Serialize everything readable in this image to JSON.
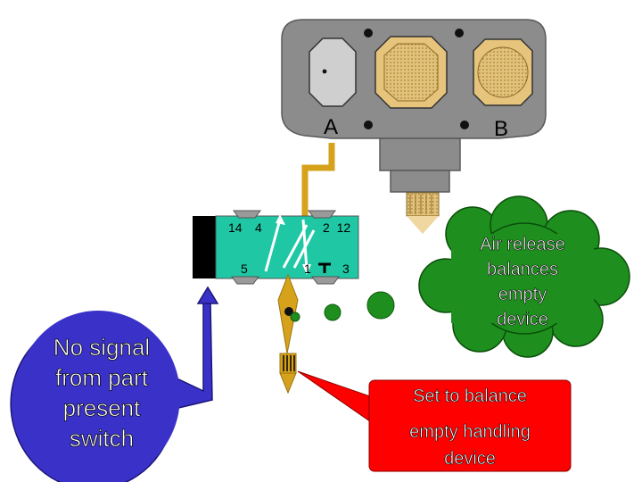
{
  "valve_block": {
    "port_a_label": "A",
    "port_b_label": "B"
  },
  "directional_valve": {
    "port_14": "14",
    "port_4": "4",
    "port_2_12": "2  12",
    "port_5": "5",
    "port_1": "1",
    "port_3": "3"
  },
  "callouts": {
    "no_signal": [
      "No signal",
      "from part",
      "present",
      "switch"
    ],
    "air_release": [
      "Air release",
      "balances",
      "empty",
      "device"
    ],
    "set_to_balance": [
      "Set to balance",
      "empty handling",
      "device"
    ]
  },
  "colors": {
    "block_gray": "#8c8c8c",
    "valve_teal": "#1fc7a4",
    "tube_gold": "#d6a21b",
    "cloud_green": "#1e8e1e",
    "callout_blue": "#3a32c8",
    "callout_red": "#ff0000"
  }
}
